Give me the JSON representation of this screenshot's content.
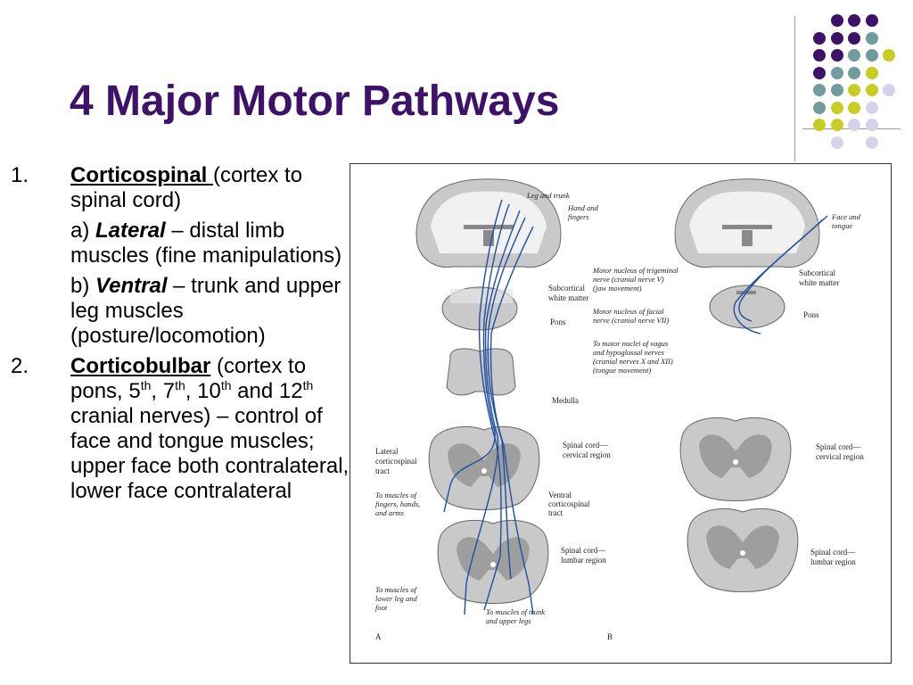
{
  "slide": {
    "title": "4 Major Motor Pathways",
    "accent_color": "#3d1268",
    "dot_colors": {
      "purple": "#3d1268",
      "teal": "#6f9c9c",
      "olive": "#c9cc22",
      "lavender": "#d5d3ea"
    }
  },
  "outline": {
    "item1": {
      "number": "1.",
      "head": "Corticospinal ",
      "rest": "(cortex to spinal cord)",
      "sub_a": {
        "prefix": "a) ",
        "term": "Lateral",
        "rest": " – distal limb muscles (fine manipulations)"
      },
      "sub_b": {
        "prefix": "b) ",
        "term": "Ventral",
        "rest": " – trunk and upper leg muscles (posture/locomotion)"
      }
    },
    "item2": {
      "number": "2.",
      "head": "Corticobulbar",
      "t1": " (cortex to pons, 5",
      "s1": "th",
      "t2": ", 7",
      "s2": "th",
      "t3": ", 10",
      "s3": "th",
      "t4": " and 12",
      "s4": "th",
      "t5": " cranial nerves) – control of face and tongue muscles; upper face both contralateral, lower face contralateral"
    }
  },
  "figure": {
    "panel_a": {
      "leg_and_trunk": "Leg and trunk",
      "hand_1": "Hand and",
      "hand_2": "fingers",
      "subcortical_1": "Subcortical",
      "subcortical_2": "white matter",
      "pons": "Pons",
      "medulla": "Medulla",
      "lateral_1": "Lateral",
      "lateral_2": "corticospinal",
      "lateral_3": "tract",
      "spinal_cervical_1": "Spinal cord—",
      "spinal_cervical_2": "cervical region",
      "to_muscles_fingers_1": "To muscles of",
      "to_muscles_fingers_2": "fingers, hands,",
      "to_muscles_fingers_3": "and arms",
      "ventral_1": "Ventral",
      "ventral_2": "corticospinal",
      "ventral_3": "tract",
      "spinal_lumbar_1": "Spinal cord—",
      "spinal_lumbar_2": "lumbar region",
      "to_muscles_leg_1": "To muscles of",
      "to_muscles_leg_2": "lower leg and",
      "to_muscles_leg_3": "foot",
      "to_muscles_trunk_1": "To muscles of trunk",
      "to_muscles_trunk_2": "and upper legs",
      "letter": "A"
    },
    "panel_b": {
      "face_1": "Face and",
      "face_2": "tongue",
      "trigeminal_1": "Motor nucleus of trigeminal",
      "trigeminal_2": "nerve (cranial nerve V)",
      "trigeminal_3": "(jaw movement)",
      "subcortical_1": "Subcortical",
      "subcortical_2": "white matter",
      "facial_1": "Motor nucleus of facial",
      "facial_2": "nerve (cranial nerve VII)",
      "pons": "Pons",
      "vagus_1": "To motor nuclei of vagus",
      "vagus_2": "and hypoglossal nerves",
      "vagus_3": "(cranial nerves X and XII)",
      "vagus_4": "(tongue movement)",
      "spinal_cervical_1": "Spinal cord—",
      "spinal_cervical_2": "cervical region",
      "spinal_lumbar_1": "Spinal cord—",
      "spinal_lumbar_2": "lumbar region",
      "letter": "B"
    }
  }
}
